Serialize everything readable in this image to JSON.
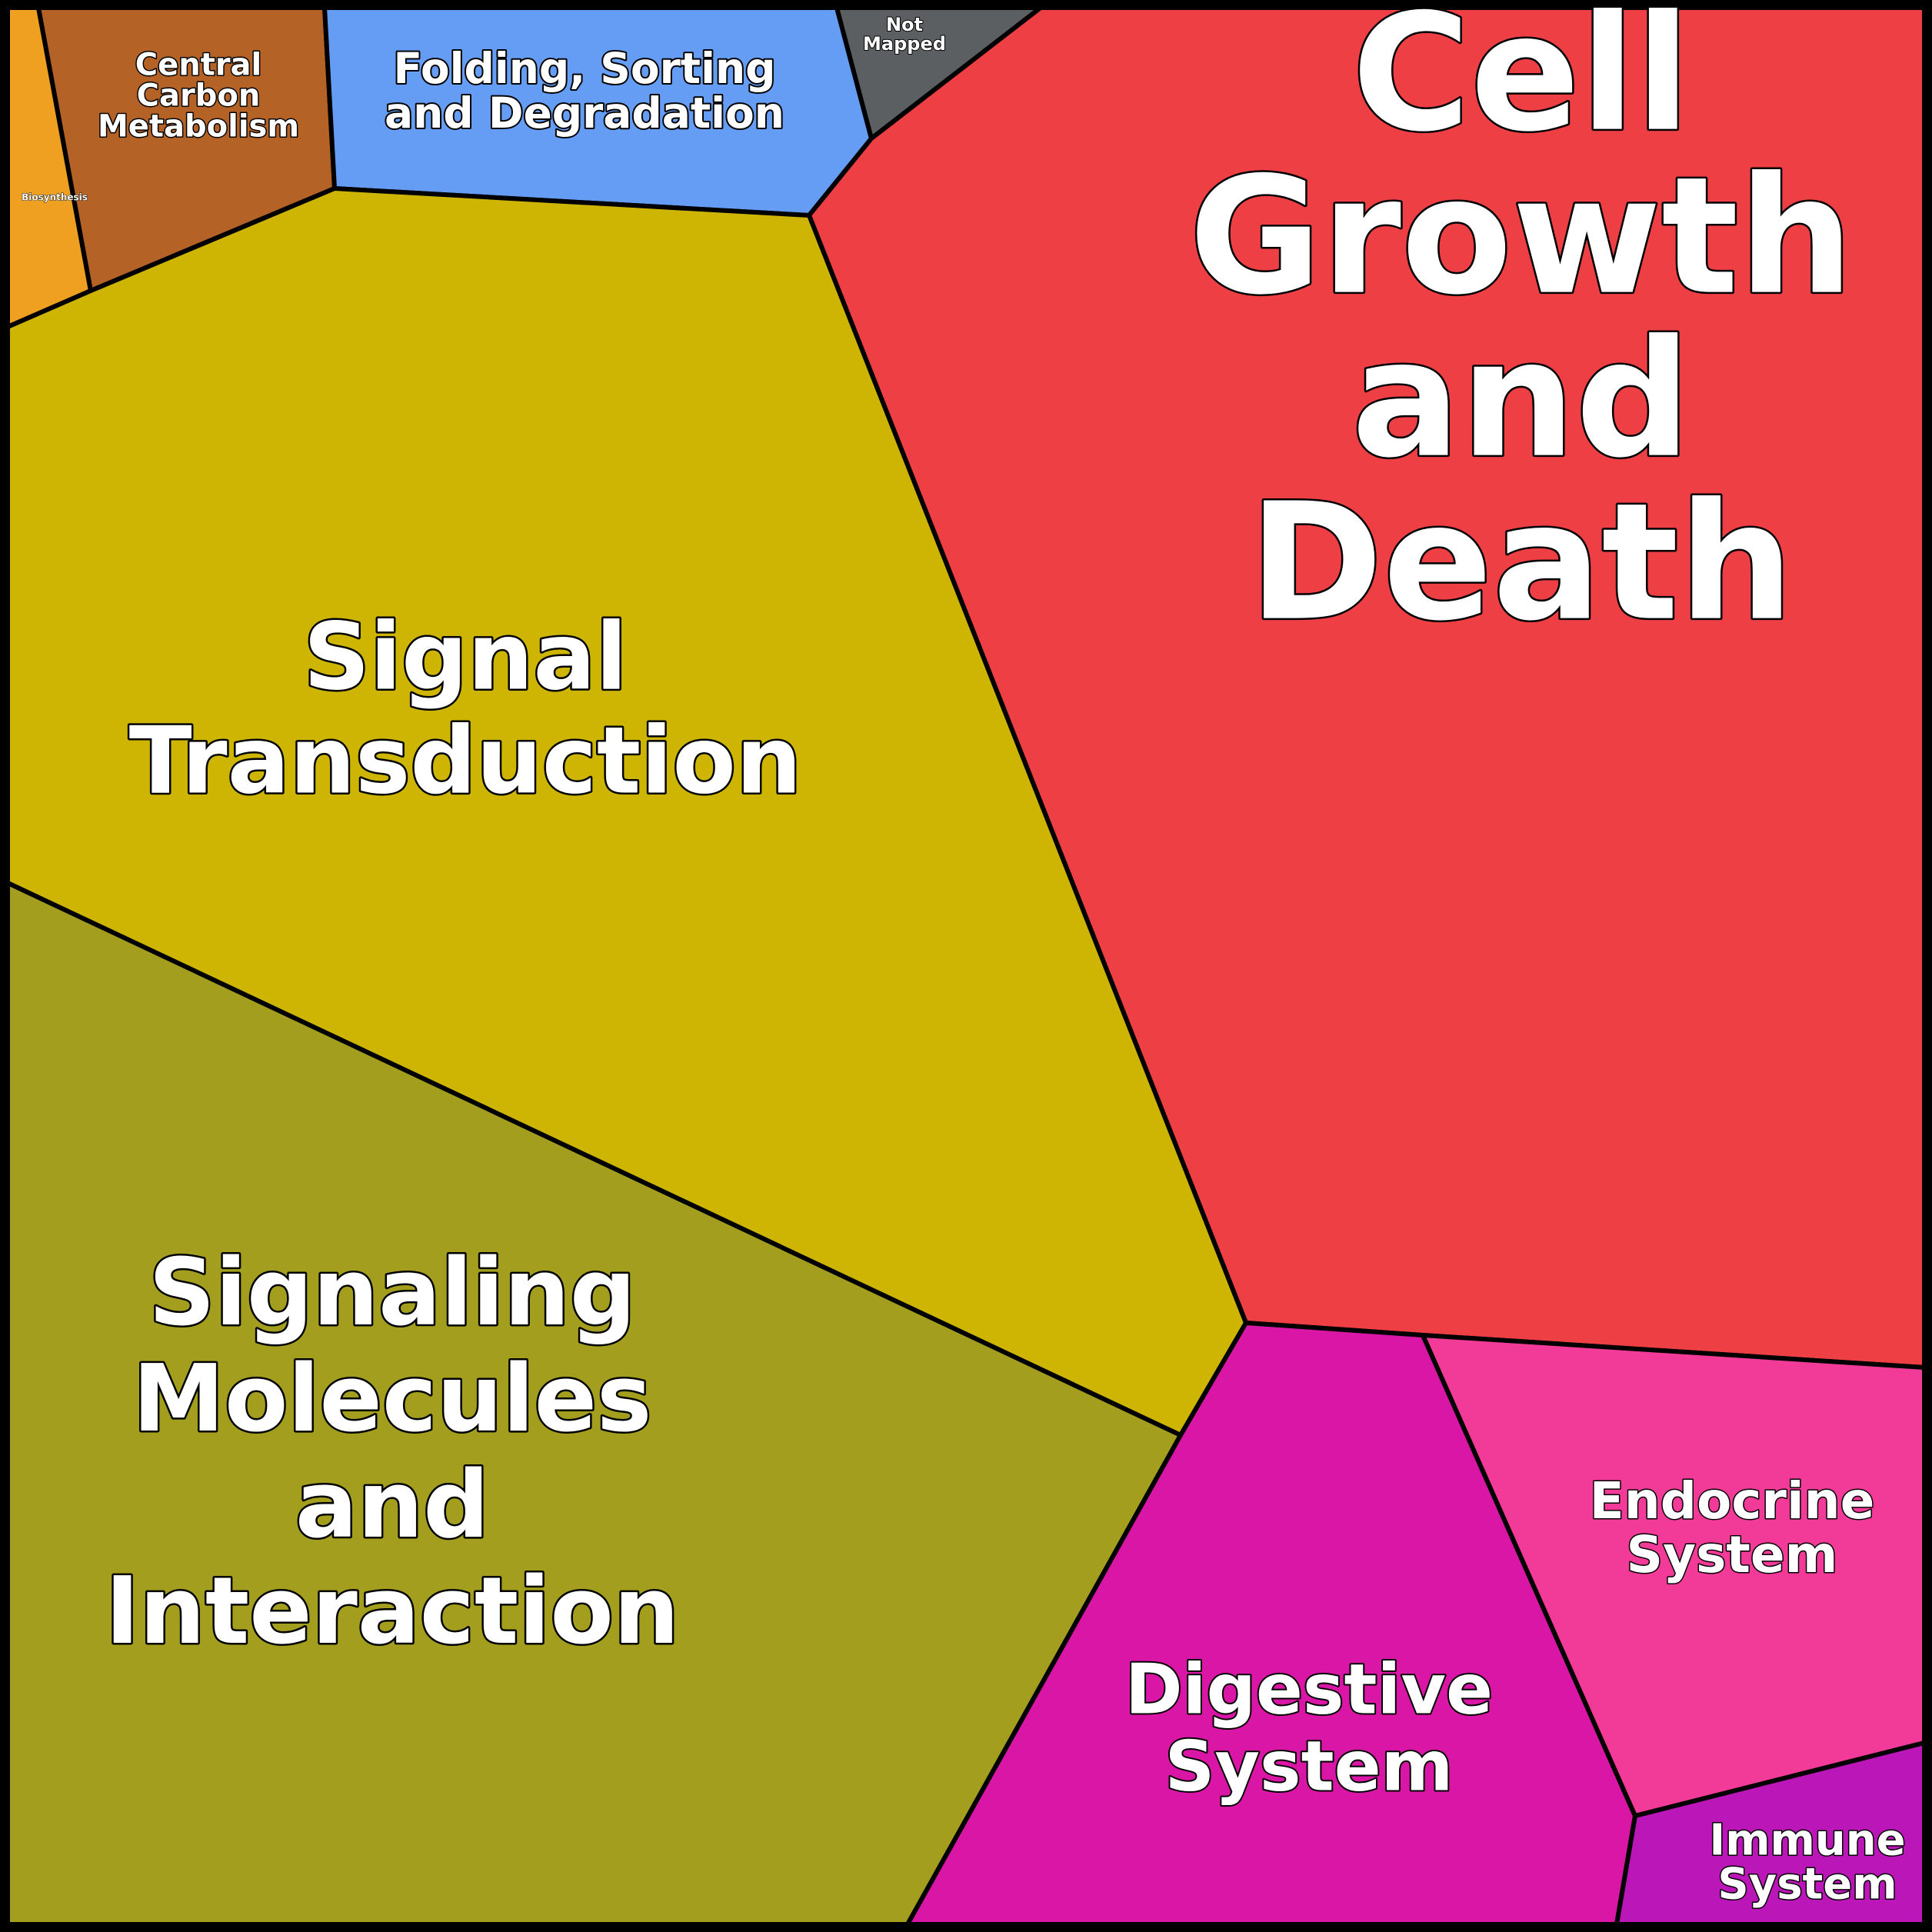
{
  "diagram": {
    "kind": "voronoi-treemap",
    "border_color": "#000000",
    "cells": [
      {
        "id": "biosynthesis",
        "label_lines": [
          "Biosynthesis"
        ],
        "color": "#F0A020"
      },
      {
        "id": "central-carbon-metabolism",
        "label_lines": [
          "Central",
          "Carbon",
          "Metabolism"
        ],
        "color": "#B56227"
      },
      {
        "id": "folding-sorting-degradation",
        "label_lines": [
          "Folding, Sorting",
          "and Degradation"
        ],
        "color": "#659DF5"
      },
      {
        "id": "not-mapped",
        "label_lines": [
          "Not",
          "Mapped"
        ],
        "color": "#5B5F61"
      },
      {
        "id": "cell-growth-and-death",
        "label_lines": [
          "Cell",
          "Growth",
          "and",
          "Death"
        ],
        "color": "#EE4044"
      },
      {
        "id": "signal-transduction",
        "label_lines": [
          "Signal",
          "Transduction"
        ],
        "color": "#CEB503"
      },
      {
        "id": "signaling-molecules-and-interaction",
        "label_lines": [
          "Signaling",
          "Molecules",
          "and",
          "Interaction"
        ],
        "color": "#A49E1F"
      },
      {
        "id": "digestive-system",
        "label_lines": [
          "Digestive",
          "System"
        ],
        "color": "#D916A6"
      },
      {
        "id": "endocrine-system",
        "label_lines": [
          "Endocrine",
          "System"
        ],
        "color": "#F23A98"
      },
      {
        "id": "immune-system",
        "label_lines": [
          "Immune",
          "System"
        ],
        "color": "#BA16B8"
      }
    ]
  }
}
